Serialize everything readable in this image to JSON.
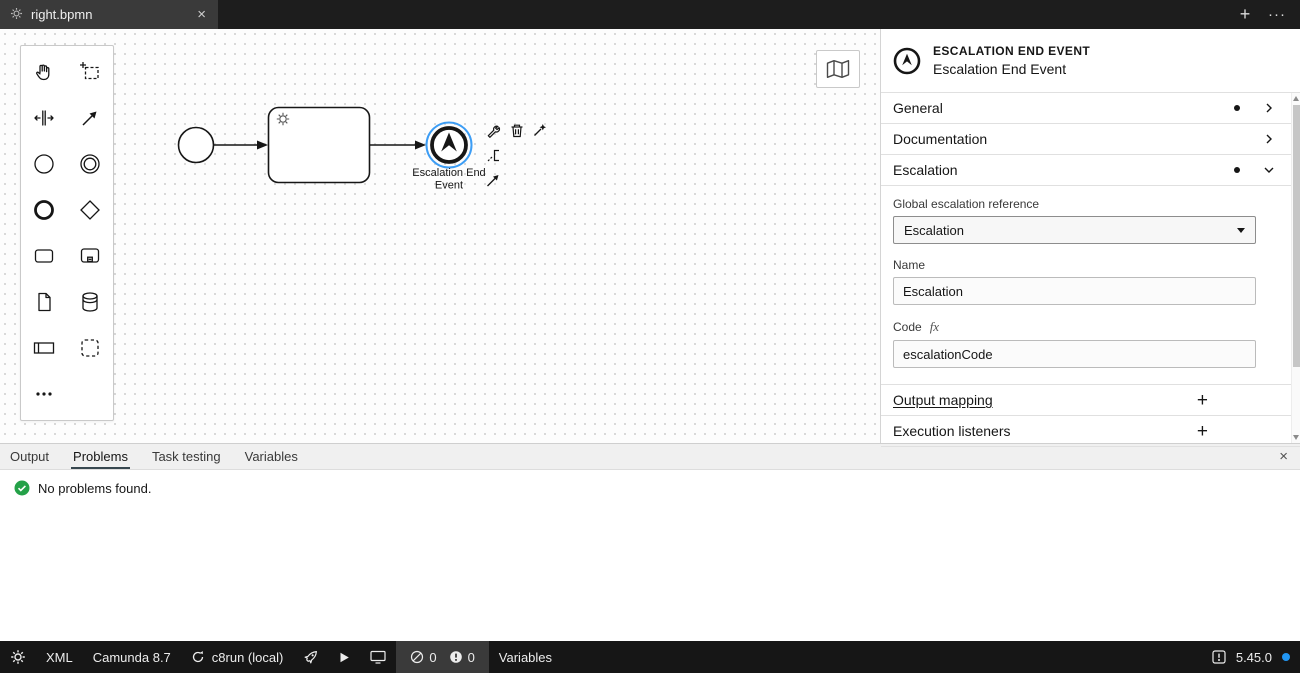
{
  "titlebar": {
    "tab_label": "right.bpmn",
    "close_tab": "×",
    "new_tab": "+",
    "more_menu": "···"
  },
  "canvas": {
    "end_event_label_line1": "Escalation End",
    "end_event_label_line2": "Event"
  },
  "properties": {
    "header_title": "ESCALATION END EVENT",
    "header_subtitle": "Escalation End Event",
    "sections": {
      "general": "General",
      "documentation": "Documentation",
      "escalation": "Escalation",
      "output_mapping": "Output mapping",
      "execution_listeners": "Execution listeners"
    },
    "form": {
      "global_ref_label": "Global escalation reference",
      "global_ref_value": "Escalation",
      "name_label": "Name",
      "name_value": "Escalation",
      "code_label": "Code",
      "code_fx": "fx",
      "code_value": "escalationCode"
    },
    "add_icon": "+"
  },
  "bottom_panel": {
    "tabs": [
      {
        "label": "Output"
      },
      {
        "label": "Problems"
      },
      {
        "label": "Task testing"
      },
      {
        "label": "Variables"
      }
    ],
    "close": "×",
    "no_problems": "No problems found."
  },
  "statusbar": {
    "xml_label": "XML",
    "engine_label": "Camunda 8.7",
    "deployment_label": "c8run (local)",
    "error_count": "0",
    "warning_count": "0",
    "variables_label": "Variables",
    "version": "5.45.0"
  },
  "colors": {
    "selection_blue": "#3c9df5",
    "success_green": "#24a148",
    "version_dot_blue": "#2196f3"
  }
}
